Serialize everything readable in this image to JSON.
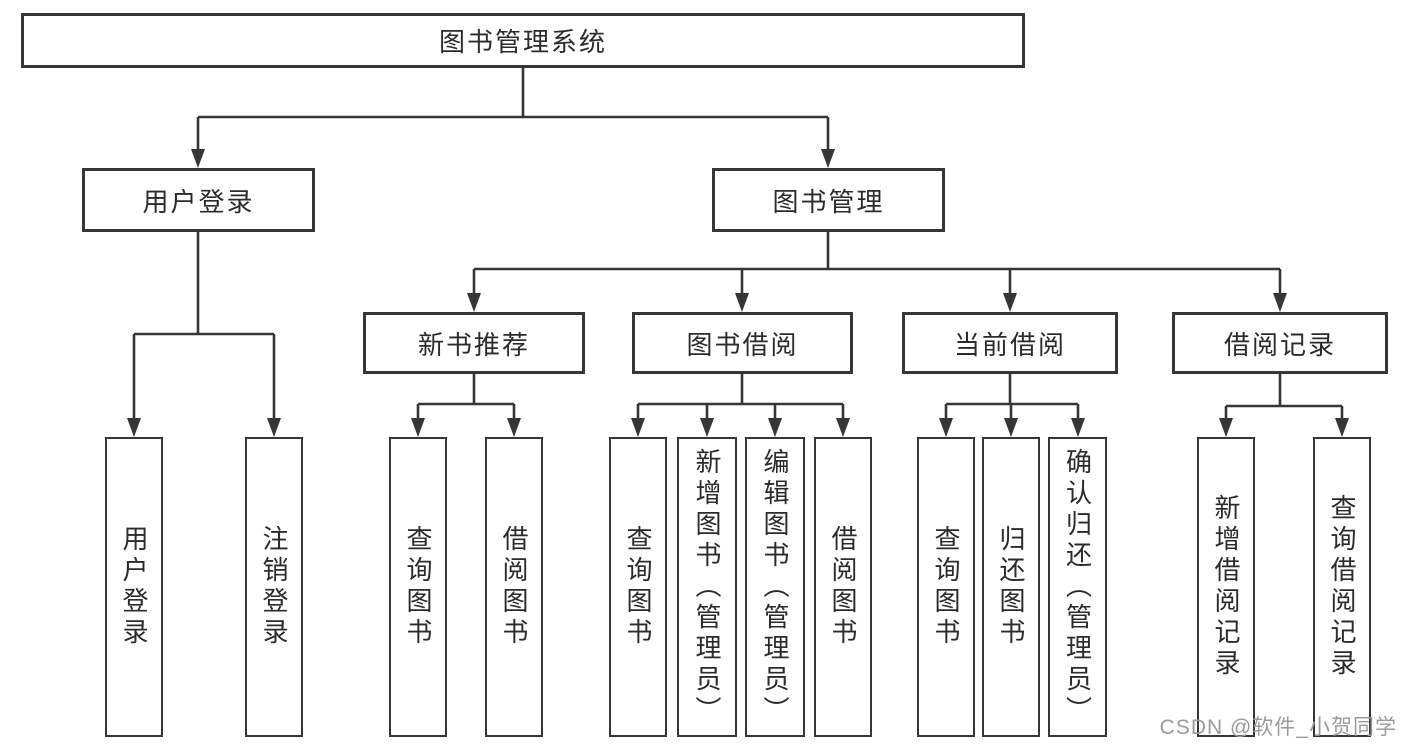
{
  "diagram_title": "图书管理系统",
  "tree": {
    "label": "图书管理系统",
    "children": [
      {
        "label": "用户登录",
        "children": [
          {
            "label": "用户登录"
          },
          {
            "label": "注销登录"
          }
        ]
      },
      {
        "label": "图书管理",
        "children": [
          {
            "label": "新书推荐",
            "children": [
              {
                "label": "查询图书"
              },
              {
                "label": "借阅图书"
              }
            ]
          },
          {
            "label": "图书借阅",
            "children": [
              {
                "label": "查询图书"
              },
              {
                "label": "新增图书（管理员）"
              },
              {
                "label": "编辑图书（管理员）"
              },
              {
                "label": "借阅图书"
              }
            ]
          },
          {
            "label": "当前借阅",
            "children": [
              {
                "label": "查询图书"
              },
              {
                "label": "归还图书"
              },
              {
                "label": "确认归还（管理员）"
              }
            ]
          },
          {
            "label": "借阅记录",
            "children": [
              {
                "label": "新增借阅记录"
              },
              {
                "label": "查询借阅记录"
              }
            ]
          }
        ]
      }
    ]
  },
  "watermark": {
    "text": "CSDN @软件_小贺同学"
  },
  "colors": {
    "line": "#363636",
    "box_border": "#363636",
    "text": "#2b2b2b",
    "watermark": "#9a9a9a",
    "background": "#ffffff"
  }
}
